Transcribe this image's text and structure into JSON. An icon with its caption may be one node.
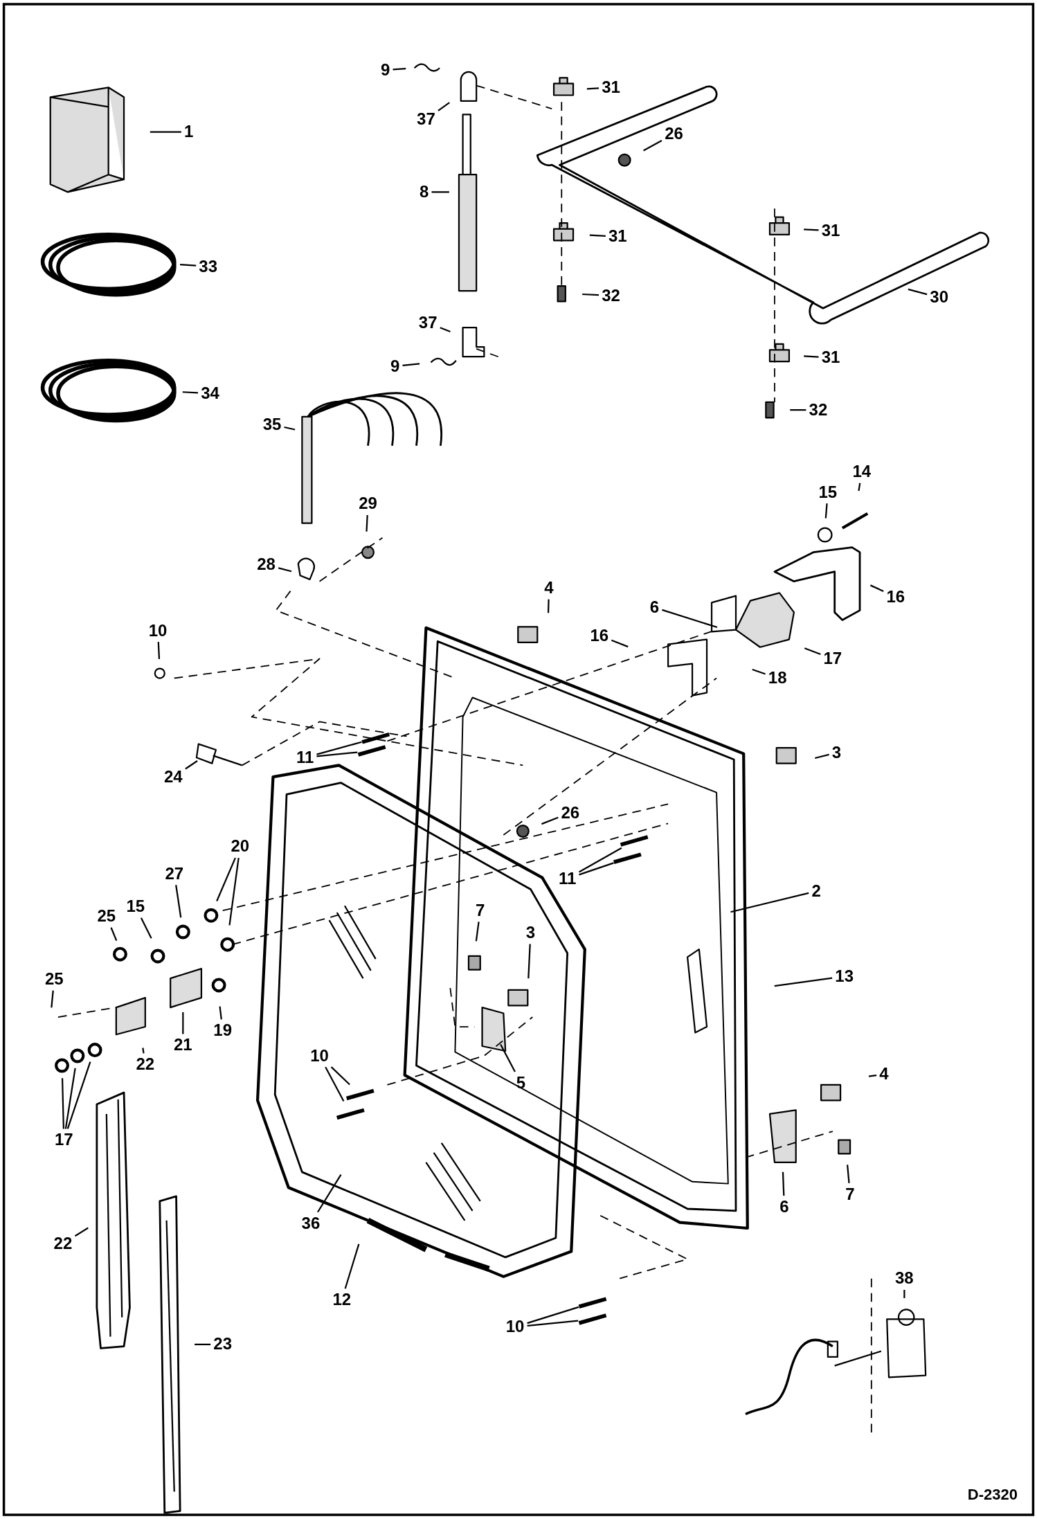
{
  "diagram": {
    "nodes": [
      {
        "text": [
          "1"
        ]
      },
      {
        "text": [
          "33"
        ]
      },
      {
        "text": [
          "34"
        ]
      },
      {
        "text": [
          "9"
        ]
      },
      {
        "text": [
          "37"
        ]
      },
      {
        "text": [
          "8"
        ]
      },
      {
        "text": [
          "31"
        ]
      },
      {
        "text": [
          "26"
        ]
      },
      {
        "text": [
          "31"
        ]
      },
      {
        "text": [
          "32"
        ]
      },
      {
        "text": [
          "31"
        ]
      },
      {
        "text": [
          "30"
        ]
      },
      {
        "text": [
          "37"
        ]
      },
      {
        "text": [
          "9"
        ]
      },
      {
        "text": [
          "31"
        ]
      },
      {
        "text": [
          "32"
        ]
      },
      {
        "text": [
          "35"
        ]
      },
      {
        "text": [
          "29"
        ]
      },
      {
        "text": [
          "15"
        ]
      },
      {
        "text": [
          "14"
        ]
      },
      {
        "text": [
          "28"
        ]
      },
      {
        "text": [
          "16"
        ]
      },
      {
        "text": [
          "4"
        ]
      },
      {
        "text": [
          "6"
        ]
      },
      {
        "text": [
          "16"
        ]
      },
      {
        "text": [
          "17"
        ]
      },
      {
        "text": [
          "10"
        ]
      },
      {
        "text": [
          "18"
        ]
      },
      {
        "text": [
          "11"
        ]
      },
      {
        "text": [
          "3"
        ]
      },
      {
        "text": [
          "24"
        ]
      },
      {
        "text": [
          "26"
        ]
      },
      {
        "text": [
          "11"
        ]
      },
      {
        "text": [
          "20"
        ]
      },
      {
        "text": [
          "2"
        ]
      },
      {
        "text": [
          "27"
        ]
      },
      {
        "text": [
          "25"
        ]
      },
      {
        "text": [
          "15"
        ]
      },
      {
        "text": [
          "7"
        ]
      },
      {
        "text": [
          "13"
        ]
      },
      {
        "text": [
          "3"
        ]
      },
      {
        "text": [
          "25"
        ]
      },
      {
        "text": [
          "21"
        ]
      },
      {
        "text": [
          "19"
        ]
      },
      {
        "text": [
          "22"
        ]
      },
      {
        "text": [
          "10"
        ]
      },
      {
        "text": [
          "4"
        ]
      },
      {
        "text": [
          "5"
        ]
      },
      {
        "text": [
          "17"
        ]
      },
      {
        "text": [
          "6"
        ]
      },
      {
        "text": [
          "7"
        ]
      },
      {
        "text": [
          "22"
        ]
      },
      {
        "text": [
          "36"
        ]
      },
      {
        "text": [
          "12"
        ]
      },
      {
        "text": [
          "38"
        ]
      },
      {
        "text": [
          "23"
        ]
      },
      {
        "text": [
          "10"
        ]
      }
    ],
    "edges": [
      {
        "from": 0,
        "to": null,
        "arrow": "none"
      },
      {
        "from": 1,
        "to": null,
        "arrow": "none"
      },
      {
        "from": 2,
        "to": null,
        "arrow": "none"
      },
      {
        "from": 3,
        "to": null,
        "arrow": "none"
      },
      {
        "from": 4,
        "to": null,
        "arrow": "none"
      },
      {
        "from": 5,
        "to": null,
        "arrow": "none"
      },
      {
        "from": 6,
        "to": null,
        "arrow": "none"
      },
      {
        "from": 7,
        "to": null,
        "arrow": "none"
      },
      {
        "from": 8,
        "to": null,
        "arrow": "none"
      },
      {
        "from": 9,
        "to": null,
        "arrow": "none"
      },
      {
        "from": 10,
        "to": null,
        "arrow": "none"
      },
      {
        "from": 11,
        "to": null,
        "arrow": "none"
      },
      {
        "from": 12,
        "to": null,
        "arrow": "none"
      },
      {
        "from": 13,
        "to": null,
        "arrow": "none"
      },
      {
        "from": 14,
        "to": null,
        "arrow": "none"
      },
      {
        "from": 15,
        "to": null,
        "arrow": "none"
      },
      {
        "from": 16,
        "to": null,
        "arrow": "none"
      },
      {
        "from": 17,
        "to": null,
        "arrow": "none"
      },
      {
        "from": 18,
        "to": null,
        "arrow": "none"
      },
      {
        "from": 19,
        "to": null,
        "arrow": "none"
      },
      {
        "from": 20,
        "to": null,
        "arrow": "none"
      },
      {
        "from": 21,
        "to": null,
        "arrow": "none"
      },
      {
        "from": 22,
        "to": null,
        "arrow": "none"
      },
      {
        "from": 23,
        "to": null,
        "arrow": "none"
      },
      {
        "from": 24,
        "to": null,
        "arrow": "none"
      },
      {
        "from": 25,
        "to": null,
        "arrow": "none"
      },
      {
        "from": 26,
        "to": null,
        "arrow": "none"
      },
      {
        "from": 27,
        "to": null,
        "arrow": "none"
      },
      {
        "from": 28,
        "to": null,
        "arrow": "none"
      },
      {
        "from": 28,
        "to": null,
        "arrow": "none"
      },
      {
        "from": 29,
        "to": null,
        "arrow": "none"
      },
      {
        "from": 30,
        "to": null,
        "arrow": "none"
      },
      {
        "from": 31,
        "to": null,
        "arrow": "none"
      },
      {
        "from": 32,
        "to": null,
        "arrow": "none"
      },
      {
        "from": 32,
        "to": null,
        "arrow": "none"
      },
      {
        "from": 33,
        "to": null,
        "arrow": "none"
      },
      {
        "from": 33,
        "to": null,
        "arrow": "none"
      },
      {
        "from": 34,
        "to": null,
        "arrow": "none"
      },
      {
        "from": 35,
        "to": null,
        "arrow": "none"
      },
      {
        "from": 36,
        "to": null,
        "arrow": "none"
      },
      {
        "from": 37,
        "to": null,
        "arrow": "none"
      },
      {
        "from": 38,
        "to": null,
        "arrow": "none"
      },
      {
        "from": 39,
        "to": null,
        "arrow": "none"
      },
      {
        "from": 40,
        "to": null,
        "arrow": "none"
      },
      {
        "from": 41,
        "to": null,
        "arrow": "none"
      },
      {
        "from": 42,
        "to": null,
        "arrow": "none"
      },
      {
        "from": 43,
        "to": null,
        "arrow": "none"
      },
      {
        "from": 44,
        "to": null,
        "arrow": "none"
      },
      {
        "from": 45,
        "to": null,
        "arrow": "none"
      },
      {
        "from": 45,
        "to": null,
        "arrow": "none"
      },
      {
        "from": 46,
        "to": null,
        "arrow": "none"
      },
      {
        "from": 47,
        "to": null,
        "arrow": "none"
      },
      {
        "from": 48,
        "to": null,
        "arrow": "none"
      },
      {
        "from": 48,
        "to": null,
        "arrow": "none"
      },
      {
        "from": 48,
        "to": null,
        "arrow": "none"
      },
      {
        "from": 49,
        "to": null,
        "arrow": "none"
      },
      {
        "from": 50,
        "to": null,
        "arrow": "none"
      },
      {
        "from": 51,
        "to": null,
        "arrow": "none"
      },
      {
        "from": 52,
        "to": null,
        "arrow": "none"
      },
      {
        "from": 53,
        "to": null,
        "arrow": "none"
      },
      {
        "from": 54,
        "to": null,
        "arrow": "none"
      },
      {
        "from": 55,
        "to": null,
        "arrow": "none"
      },
      {
        "from": 56,
        "to": null,
        "arrow": "none"
      },
      {
        "from": 56,
        "to": null,
        "arrow": "none"
      }
    ],
    "labels": [
      "D-2320"
    ]
  }
}
